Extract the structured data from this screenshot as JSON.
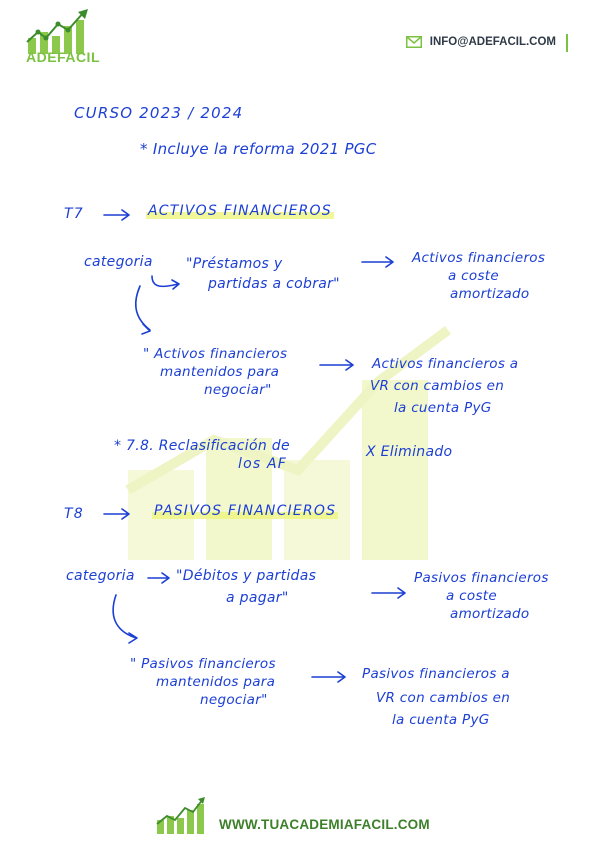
{
  "header": {
    "brand": "ADEFACIL",
    "email": "INFO@ADEFACIL.COM",
    "email_icon": "mail-icon",
    "accent": "#7cc242"
  },
  "notes": {
    "course": "CURSO 2023 / 2024",
    "reform": "* Incluye la reforma 2021 PGC",
    "t7_label": "T7",
    "t7_title": "ACTIVOS FINANCIEROS",
    "t7_cat": "categoria",
    "t7_cat_a_l1": "\"Préstamos y",
    "t7_cat_a_l2": "partidas a cobrar\"",
    "t7_res_a_l1": "Activos financieros",
    "t7_res_a_l2": "a coste",
    "t7_res_a_l3": "amortizado",
    "t7_cat_b_l1": "\" Activos financieros",
    "t7_cat_b_l2": "mantenidos para",
    "t7_cat_b_l3": "negociar\"",
    "t7_res_b_l1": "Activos financieros a",
    "t7_res_b_l2": "VR con cambios en",
    "t7_res_b_l3": "la cuenta PyG",
    "t7_note_l1": "* 7.8. Reclasificación de",
    "t7_note_l2": "los AF",
    "t7_note_removed": "X Eliminado",
    "t8_label": "T8",
    "t8_title": "PASIVOS FINANCIEROS",
    "t8_cat": "categoria",
    "t8_cat_a_l1": "\"Débitos y partidas",
    "t8_cat_a_l2": "a pagar\"",
    "t8_res_a_l1": "Pasivos financieros",
    "t8_res_a_l2": "a coste",
    "t8_res_a_l3": "amortizado",
    "t8_cat_b_l1": "\" Pasivos financieros",
    "t8_cat_b_l2": "mantenidos para",
    "t8_cat_b_l3": "negociar\"",
    "t8_res_b_l1": "Pasivos financieros a",
    "t8_res_b_l2": "VR con cambios en",
    "t8_res_b_l3": "la cuenta PyG",
    "ink_color": "#1c3fd4",
    "highlight_color": "#eef578"
  },
  "footer": {
    "url": "WWW.TUACADEMIAFACIL.COM"
  }
}
